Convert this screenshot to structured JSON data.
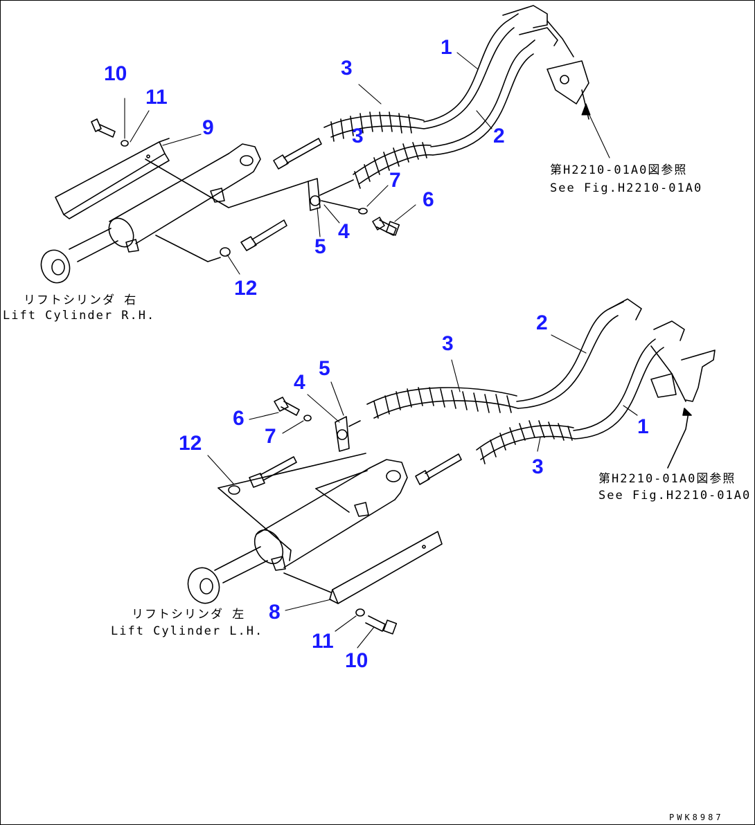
{
  "callouts": {
    "upper": {
      "c10": "10",
      "c11": "11",
      "c9": "9",
      "c3a": "3",
      "c3b": "3",
      "c1": "1",
      "c2": "2",
      "c7": "7",
      "c6": "6",
      "c4": "4",
      "c5": "5",
      "c12": "12"
    },
    "lower": {
      "c2": "2",
      "c3a": "3",
      "c5": "5",
      "c4": "4",
      "c6": "6",
      "c7": "7",
      "c12": "12",
      "c1": "1",
      "c3b": "3",
      "c8": "8",
      "c11": "11",
      "c10": "10"
    }
  },
  "captions": {
    "rh_jp": "リフトシリンダ 右",
    "rh_en": "Lift Cylinder R.H.",
    "lh_jp": "リフトシリンダ 左",
    "lh_en": "Lift Cylinder L.H.",
    "ref1_jp": "第H2210-01A0図参照",
    "ref1_en": "See Fig.H2210-01A0",
    "ref2_jp": "第H2210-01A0図参照",
    "ref2_en": "See Fig.H2210-01A0"
  },
  "drawing_code": "PWK8987",
  "colors": {
    "callout": "#1a1aff",
    "line": "#000000"
  }
}
